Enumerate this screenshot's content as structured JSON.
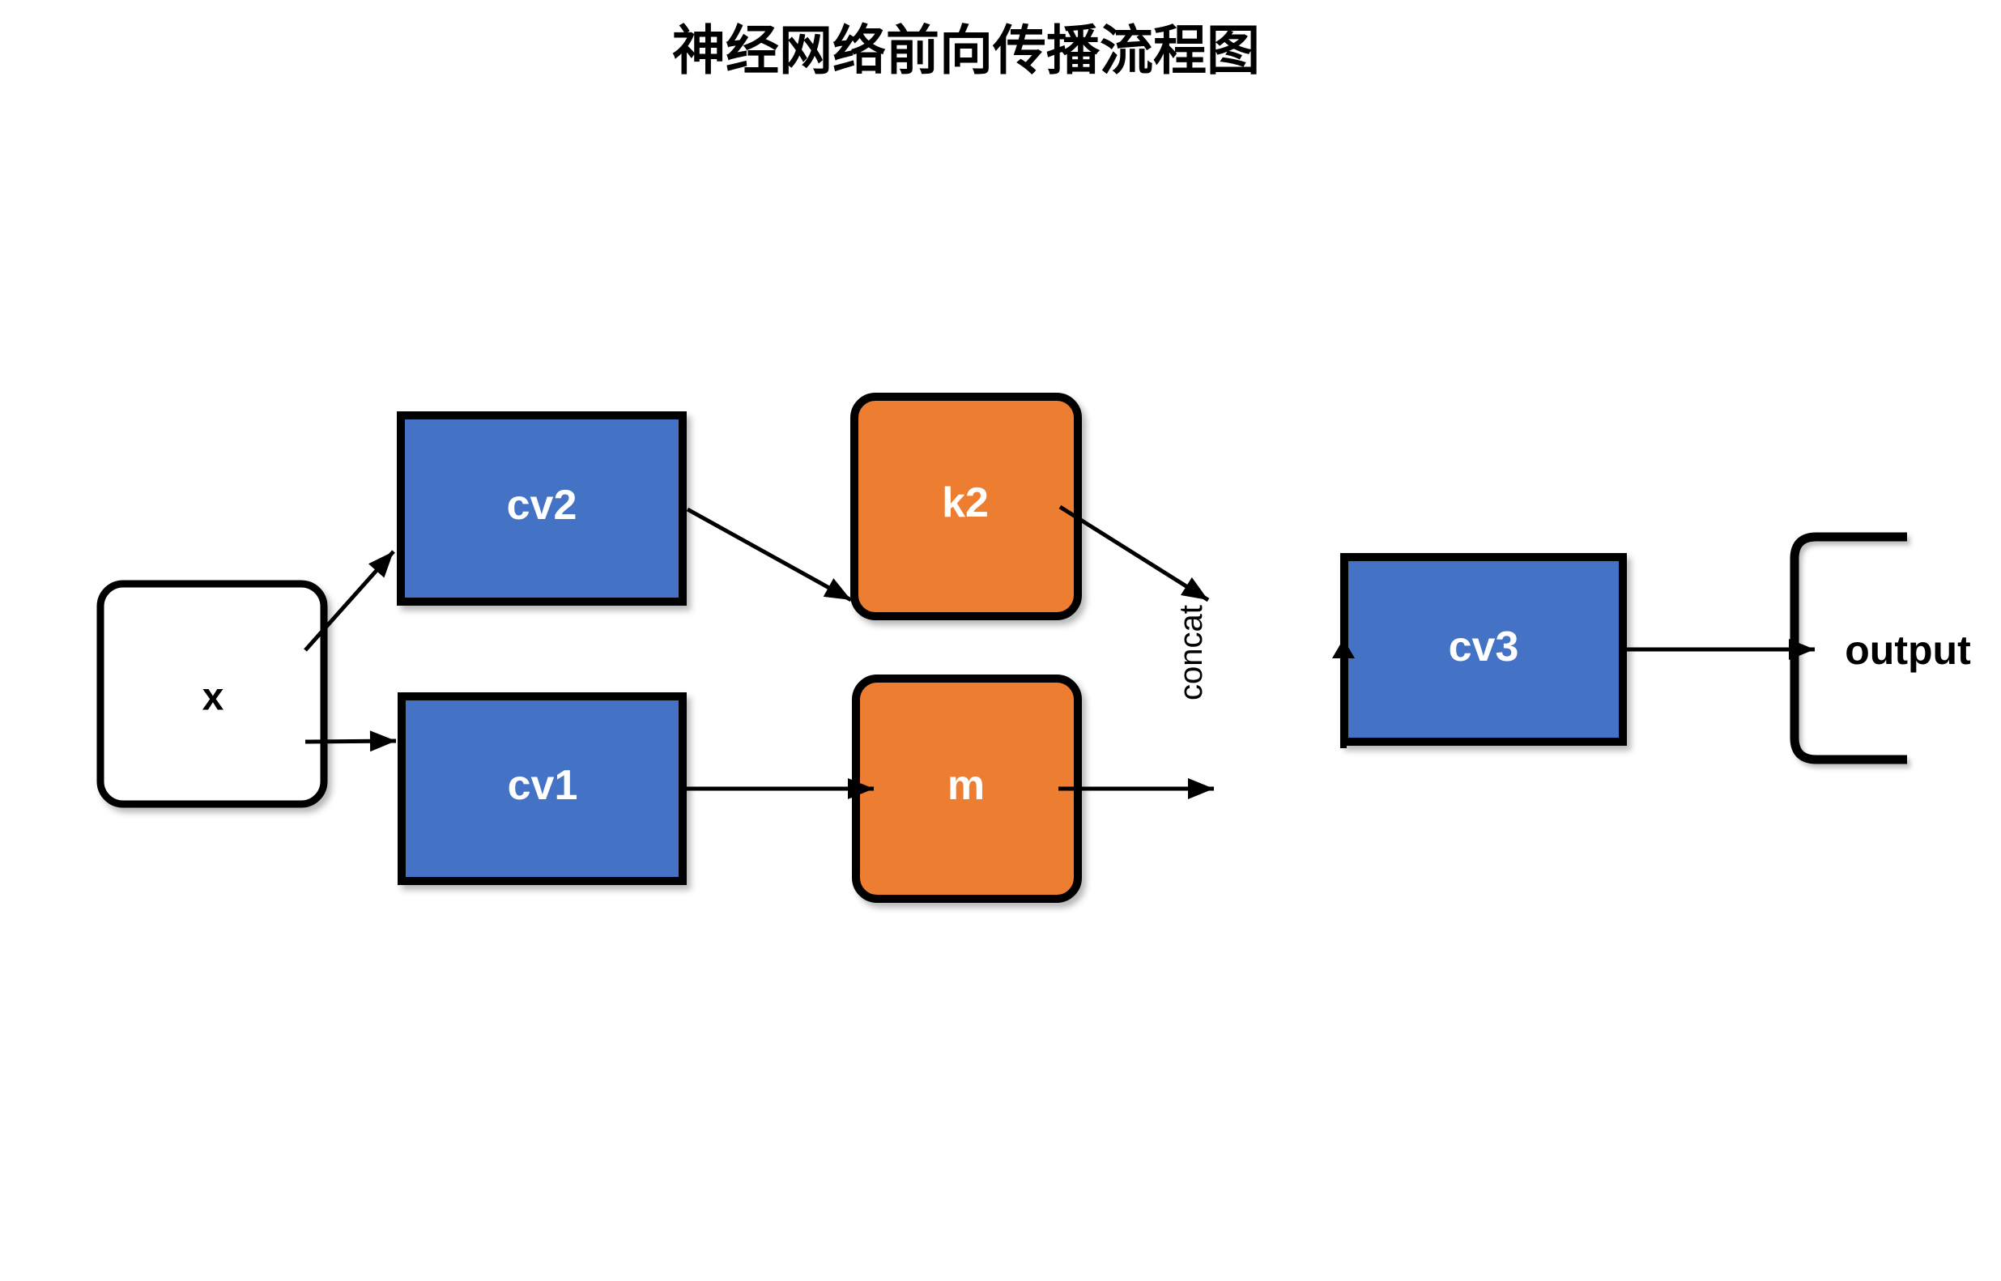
{
  "title": "神经网络前向传播流程图",
  "colors": {
    "background": "#FFFFFF",
    "node_blue": "#4472C4",
    "node_orange": "#ED7D31",
    "node_white": "#FFFFFF",
    "border": "#000000",
    "arrow": "#000000",
    "label_light": "#FFFFFF",
    "label_dark": "#000000"
  },
  "nodes": {
    "x": {
      "label": "x",
      "shape": "rounded-rect",
      "fill": "white"
    },
    "cv2": {
      "label": "cv2",
      "shape": "rect",
      "fill": "blue"
    },
    "cv1": {
      "label": "cv1",
      "shape": "rect",
      "fill": "blue"
    },
    "k2": {
      "label": "k2",
      "shape": "rounded-rect",
      "fill": "orange"
    },
    "m": {
      "label": "m",
      "shape": "rounded-rect",
      "fill": "orange"
    },
    "cv3": {
      "label": "cv3",
      "shape": "rect",
      "fill": "blue"
    }
  },
  "annotations": {
    "concat": "concat",
    "output": "output"
  },
  "edges": [
    {
      "id": "x-to-cv2",
      "from": "x",
      "to": "cv2"
    },
    {
      "id": "x-to-cv1",
      "from": "x",
      "to": "cv1"
    },
    {
      "id": "cv2-to-k2",
      "from": "cv2",
      "to": "k2"
    },
    {
      "id": "cv1-to-m",
      "from": "cv1",
      "to": "m"
    },
    {
      "id": "k2-to-concat",
      "from": "k2",
      "to": "concat"
    },
    {
      "id": "m-to-concat",
      "from": "m",
      "to": "concat"
    },
    {
      "id": "concat-to-cv3",
      "from": "concat",
      "to": "cv3"
    },
    {
      "id": "cv3-to-output",
      "from": "cv3",
      "to": "output"
    }
  ]
}
